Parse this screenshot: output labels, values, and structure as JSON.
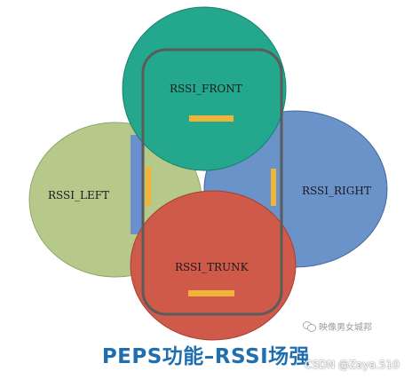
{
  "diagram": {
    "zones": [
      {
        "id": "front",
        "label": "RSSI_FRONT",
        "color": "#23a88e"
      },
      {
        "id": "left",
        "label": "RSSI_LEFT",
        "color": "#b7c98a"
      },
      {
        "id": "right",
        "label": "RSSI_RIGHT",
        "color": "#6a93c9"
      },
      {
        "id": "trunk",
        "label": "RSSI_TRUNK",
        "color": "#cf5a4a"
      }
    ],
    "vehicle_outline_color": "#5b5b5b",
    "antenna_color": "#f0b43a",
    "side_panel_color": "#6b8fcc"
  },
  "caption": "PEPS功能–RSSI场强",
  "watermarks": {
    "wechat": "映像男女城邦",
    "csdn": "CSDN @Zaya.510"
  }
}
